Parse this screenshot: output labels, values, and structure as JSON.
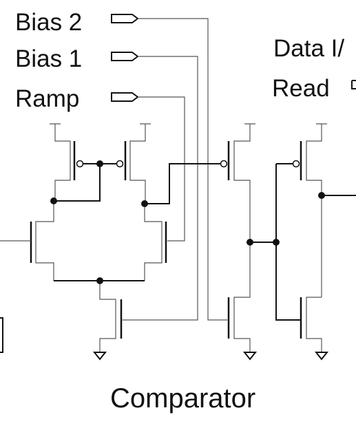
{
  "labels": {
    "bias2": "Bias 2",
    "bias1": "Bias 1",
    "ramp": "Ramp",
    "data": "Data I/",
    "read": "Read",
    "title": "Comparator"
  },
  "colors": {
    "ink": "#111111",
    "paper": "#ffffff",
    "trace": "#555555"
  },
  "icons": [
    "input-pin-icon",
    "pmos-transistor-icon",
    "nmos-transistor-icon",
    "ground-icon",
    "junction-dot-icon"
  ]
}
